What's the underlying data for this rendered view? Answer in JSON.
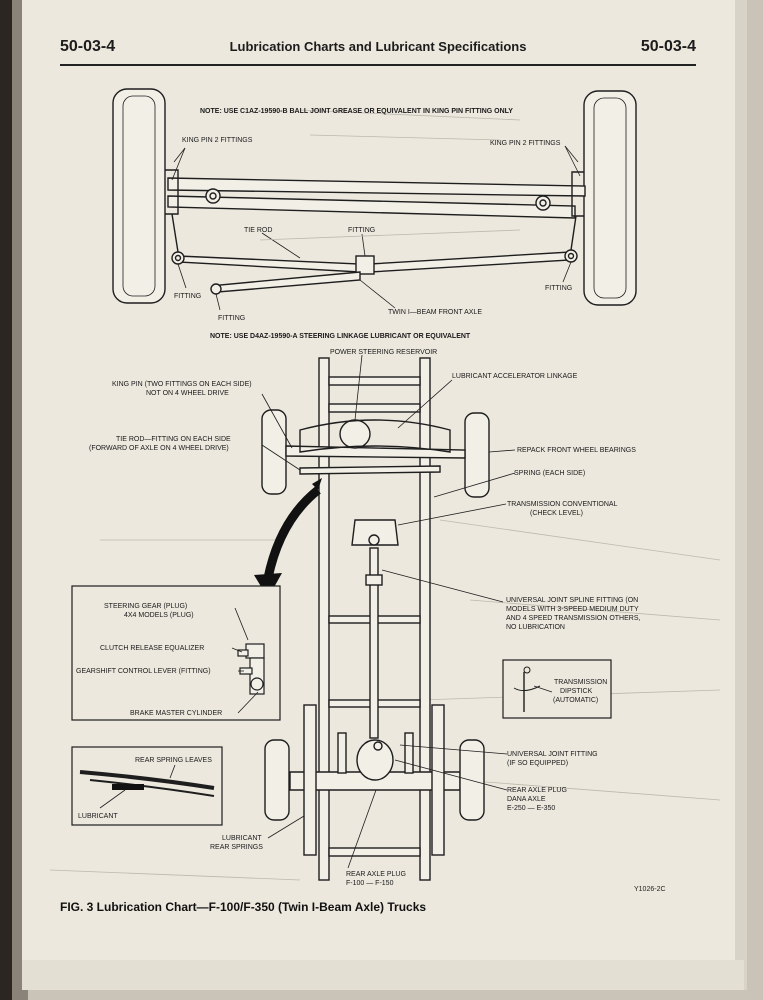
{
  "header": {
    "page_number_left": "50-03-4",
    "title": "Lubrication Charts and Lubricant Specifications",
    "page_number_right": "50-03-4"
  },
  "front_axle": {
    "note_top": "NOTE: USE C1AZ-19590-B BALL JOINT GREASE OR EQUIVALENT IN KING PIN FITTING ONLY",
    "label_king_pin_left": "KING PIN 2 FITTINGS",
    "label_king_pin_right": "KING PIN 2 FITTINGS",
    "label_tie_rod": "TIE ROD",
    "label_fitting_center": "FITTING",
    "label_fitting_left": "FITTING",
    "label_fitting_lower": "FITTING",
    "label_fitting_right": "FITTING",
    "label_axle": "TWIN I—BEAM FRONT AXLE",
    "note_bottom": "NOTE: USE D4AZ-19590-A STEERING LINKAGE LUBRICANT OR EQUIVALENT"
  },
  "chassis": {
    "power_steering_reservoir": "POWER STEERING RESERVOIR",
    "lubricant_accelerator_linkage": "LUBRICANT ACCELERATOR LINKAGE",
    "king_pin_line1": "KING PIN (TWO FITTINGS ON EACH SIDE)",
    "king_pin_line2": "NOT ON 4 WHEEL DRIVE",
    "tie_rod_line1": "TIE ROD—FITTING ON EACH SIDE",
    "tie_rod_line2": "(FORWARD OF AXLE ON 4 WHEEL DRIVE)",
    "repack_front_wheel_bearings": "REPACK FRONT WHEEL BEARINGS",
    "spring_each_side": "SPRING (EACH SIDE)",
    "transmission_conventional_line1": "TRANSMISSION CONVENTIONAL",
    "transmission_conventional_line2": "(CHECK LEVEL)",
    "ujoint_spline_line1": "UNIVERSAL JOINT SPLINE FITTING (ON",
    "ujoint_spline_line2": "MODELS WITH 3-SPEED MEDIUM DUTY",
    "ujoint_spline_line3": "AND 4 SPEED TRANSMISSION OTHERS,",
    "ujoint_spline_line4": "NO LUBRICATION",
    "transmission_dipstick_line1": "TRANSMISSION",
    "transmission_dipstick_line2": "DIPSTICK",
    "transmission_dipstick_line3": "(AUTOMATIC)",
    "ujoint_fitting_line1": "UNIVERSAL JOINT FITTING",
    "ujoint_fitting_line2": "(IF SO EQUIPPED)",
    "rear_axle_plug_dana_line1": "REAR AXLE PLUG",
    "rear_axle_plug_dana_line2": "DANA AXLE",
    "rear_axle_plug_dana_line3": "E-250 — E-350",
    "lubricant_rear_springs_line1": "LUBRICANT",
    "lubricant_rear_springs_line2": "REAR SPRINGS",
    "rear_axle_plug_ford_line1": "REAR AXLE PLUG",
    "rear_axle_plug_ford_line2": "F-100 — F-150"
  },
  "inset_steering": {
    "steering_gear_line1": "STEERING GEAR (PLUG)",
    "steering_gear_line2": "4X4 MODELS (PLUG)",
    "clutch_release_equalizer": "CLUTCH RELEASE EQUALIZER",
    "gearshift_control_lever": "GEARSHIFT CONTROL LEVER (FITTING)",
    "brake_master_cylinder": "BRAKE MASTER CYLINDER"
  },
  "inset_springs": {
    "rear_spring_leaves": "REAR SPRING LEAVES",
    "lubricant": "LUBRICANT"
  },
  "figure_code": "Y1026-2C",
  "caption": "FIG. 3  Lubrication Chart—F-100/F-350 (Twin I-Beam Axle) Trucks"
}
